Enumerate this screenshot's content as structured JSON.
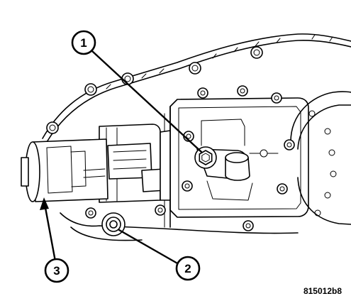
{
  "callouts": [
    {
      "id": "1",
      "label": "1"
    },
    {
      "id": "2",
      "label": "2"
    },
    {
      "id": "3",
      "label": "3"
    }
  ],
  "figure_code": "815012b8"
}
